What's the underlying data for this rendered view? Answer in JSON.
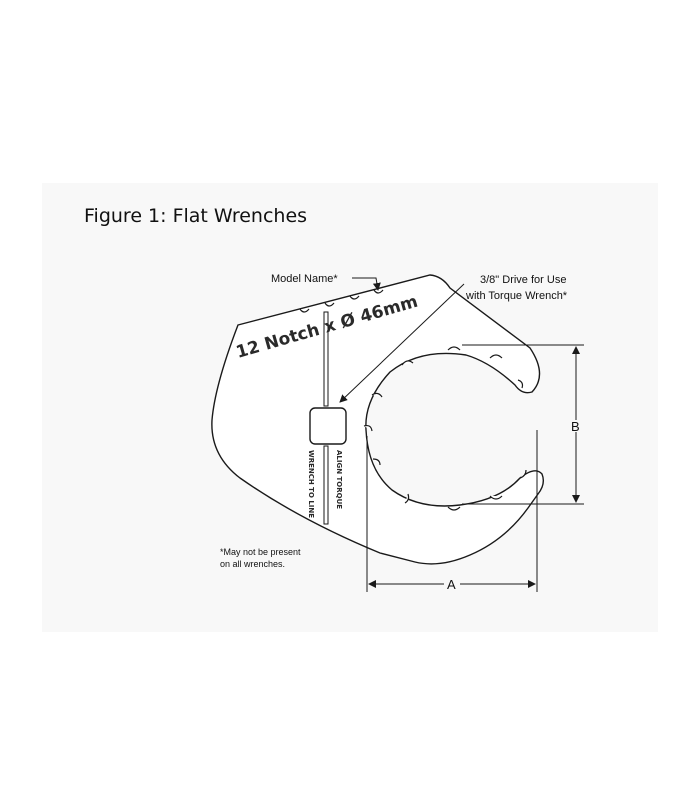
{
  "figure": {
    "title": "Figure 1: Flat Wrenches"
  },
  "callouts": {
    "model_name": "Model Name*",
    "drive_line1": "3/8\" Drive for Use",
    "drive_line2": "with Torque Wrench*",
    "footnote_line1": "*May not be present",
    "footnote_line2": "on all wrenches."
  },
  "engraving": {
    "main": "12 Notch x Ø 46mm",
    "align_left": "WRENCH TO LINE",
    "align_right": "ALIGN TORQUE"
  },
  "dimensions": {
    "a_label": "A",
    "b_label": "B"
  },
  "colors": {
    "outline": "#1a1a1a",
    "panel": "#f8f8f8",
    "fill": "#ffffff"
  }
}
